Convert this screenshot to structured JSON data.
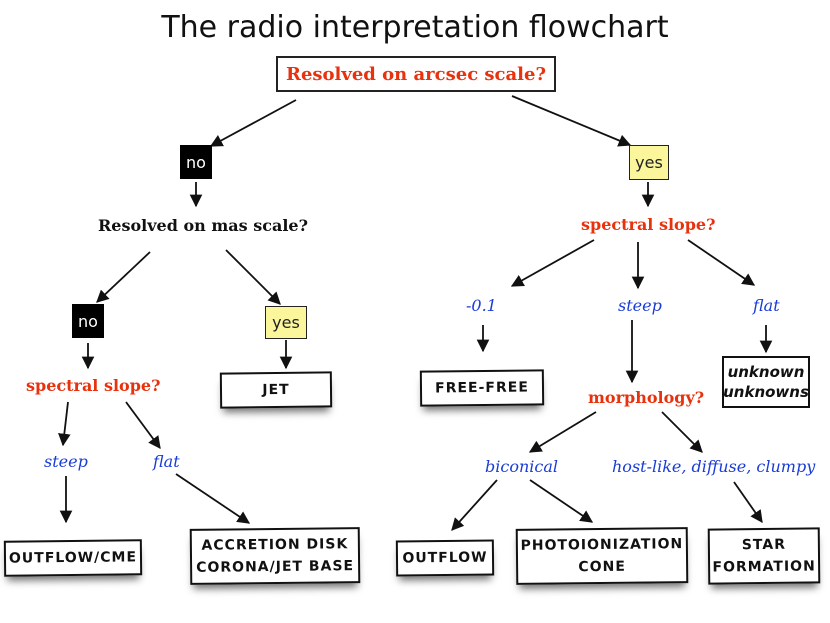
{
  "title": "The radio interpretation flowchart",
  "root_question": "Resolved on arcsec scale?",
  "left": {
    "answer": "no",
    "question": "Resolved on mas scale?",
    "no_branch": {
      "answer": "no",
      "question": "spectral slope?",
      "steep": {
        "label": "steep",
        "result": "OUTFLOW/CME"
      },
      "flat": {
        "label": "flat",
        "result_line1": "ACCRETION DISK",
        "result_line2": "CORONA/JET BASE"
      }
    },
    "yes_branch": {
      "answer": "yes",
      "result": "JET"
    }
  },
  "right": {
    "answer": "yes",
    "question": "spectral slope?",
    "minus": {
      "label": "-0.1",
      "result": "FREE-FREE"
    },
    "steep": {
      "label": "steep",
      "question": "morphology?",
      "biconical": {
        "label": "biconical",
        "result_a": "OUTFLOW",
        "result_b_line1": "PHOTOIONIZATION",
        "result_b_line2": "CONE"
      },
      "hostlike": {
        "label": "host-like, diffuse, clumpy",
        "result_line1": "STAR",
        "result_line2": "FORMATION"
      }
    },
    "flat": {
      "label": "flat",
      "result_line1": "unknown",
      "result_line2": "unknowns"
    }
  },
  "colors": {
    "question_red": "#e8320e",
    "label_blue": "#1a3cd6",
    "yes_fill": "#fbf59b",
    "no_fill": "#000000"
  }
}
